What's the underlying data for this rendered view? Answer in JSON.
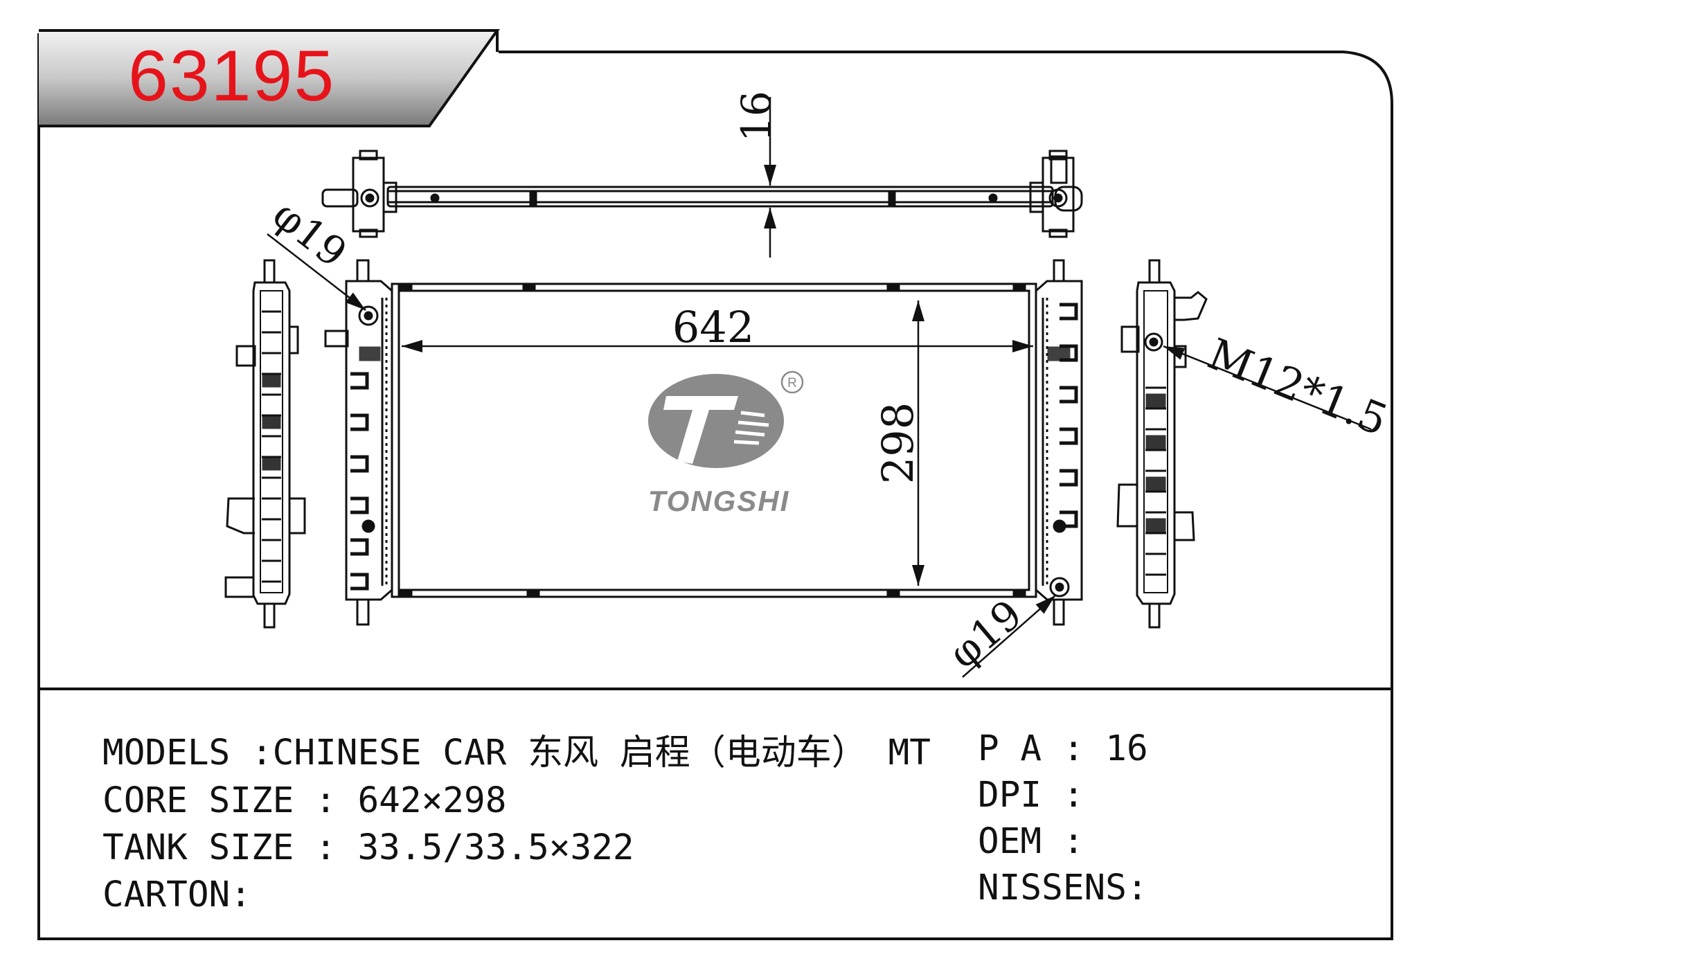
{
  "part_number": "63195",
  "dimensions": {
    "top_tank_height": "16",
    "inlet_diameter_top": "φ19",
    "outlet_diameter_bottom": "φ19",
    "core_width": "642",
    "core_height": "298",
    "drain_thread": "M12*1.5"
  },
  "logo": {
    "brand": "TONGSHI",
    "registered_mark": "R",
    "color_gray": "#8a8a8a"
  },
  "specs_left": [
    {
      "label": "MODELS :",
      "value": "CHINESE CAR 东风 启程（电动车） MT"
    },
    {
      "label": "CORE SIZE : ",
      "value": "642×298"
    },
    {
      "label": "TANK SIZE : ",
      "value": "33.5/33.5×322"
    },
    {
      "label": "CARTON:",
      "value": ""
    }
  ],
  "specs_right": [
    {
      "label": "P A : ",
      "value": "16"
    },
    {
      "label": "DPI : ",
      "value": ""
    },
    {
      "label": "OEM : ",
      "value": ""
    },
    {
      "label": "NISSENS:",
      "value": ""
    }
  ],
  "colors": {
    "line": "#111111",
    "part_number": "#e6141a"
  }
}
